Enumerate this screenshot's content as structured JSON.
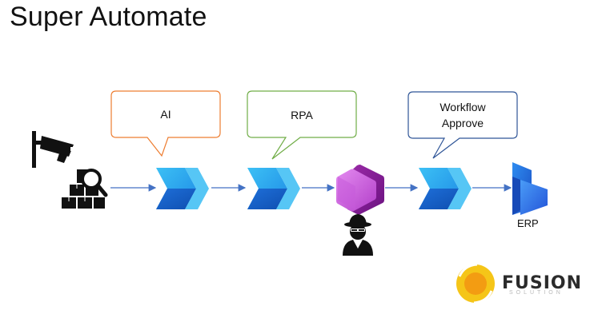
{
  "slide": {
    "title": "Super Automate"
  },
  "callouts": [
    {
      "id": "ai",
      "lines": [
        "AI"
      ],
      "color": "#ED7D31"
    },
    {
      "id": "rpa",
      "lines": [
        "RPA"
      ],
      "color": "#70AD47"
    },
    {
      "id": "workflow",
      "lines": [
        "Workflow",
        "Approve"
      ],
      "color": "#2F5597"
    }
  ],
  "nodes": {
    "camera": {
      "icon": "security-camera-icon"
    },
    "inventory": {
      "icon": "inventory-search-icon"
    },
    "flow1": {
      "icon": "power-automate-icon"
    },
    "flow2": {
      "icon": "power-automate-icon"
    },
    "apps": {
      "icon": "power-apps-icon"
    },
    "user": {
      "icon": "agent-user-icon"
    },
    "flow3": {
      "icon": "power-automate-icon"
    },
    "erp": {
      "icon": "dynamics-erp-icon",
      "label": "ERP"
    }
  },
  "connector_color": "#4472C4",
  "logo": {
    "icon": "fusion-sun-logo",
    "name": "FUSION",
    "sub": "SOLUTION",
    "colors": {
      "yellow": "#F5C518",
      "orange": "#F39C12"
    }
  }
}
